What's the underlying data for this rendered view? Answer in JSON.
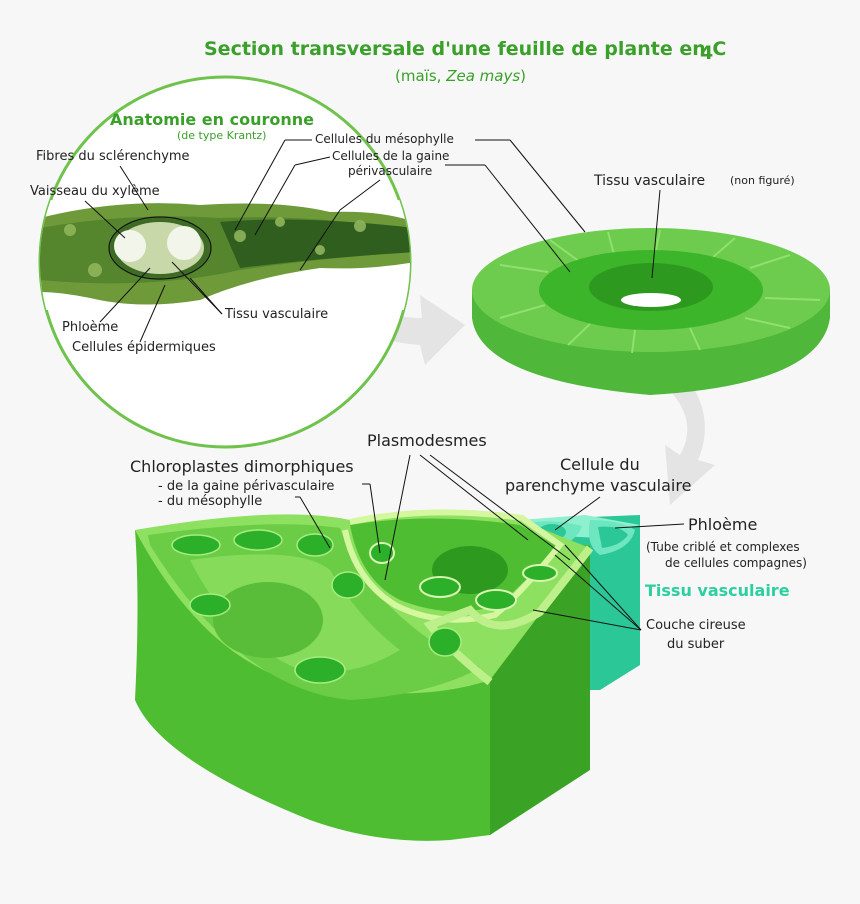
{
  "title": {
    "main": "Section transversale d'une feuille de plante en C",
    "main_sub": "4",
    "paren_open": "(maïs, ",
    "species": "Zea mays",
    "paren_close": ")"
  },
  "inset": {
    "heading": "Anatomie en couronne",
    "subheading": "(de type Krantz)",
    "labels": {
      "sclerenchyma": "Fibres du sclérenchyme",
      "xylem": "Vaisseau du xylème",
      "phloem": "Phloème",
      "epidermal": "Cellules épidermiques",
      "vascular": "Tissu vasculaire",
      "mesophyll": "Cellules du mésophylle",
      "sheath_1": "Cellules de la gaine",
      "sheath_2": "périvasculaire"
    }
  },
  "ring": {
    "vascular_label": "Tissu vasculaire",
    "vascular_note": "(non figuré)"
  },
  "block": {
    "chloro_title": "Chloroplastes dimorphiques",
    "chloro_sheath": "- de la gaine périvasculaire",
    "chloro_meso": "- du mésophylle",
    "plasmodesmata": "Plasmodesmes",
    "parenchyma_1": "Cellule du",
    "parenchyma_2": "parenchyme vasculaire",
    "phloem": "Phloème",
    "phloem_note_1": "(Tube criblé et complexes",
    "phloem_note_2": "de cellules compagnes)",
    "vascular_tissue": "Tissu vasculaire",
    "suberin_1": "Couche cireuse",
    "suberin_2": "du suber"
  },
  "colors": {
    "title_green": "#3aa02a",
    "vascular_teal": "#2ccfa0",
    "mesophyll_light": "#7ed65a",
    "sheath_dark": "#3db52a"
  }
}
